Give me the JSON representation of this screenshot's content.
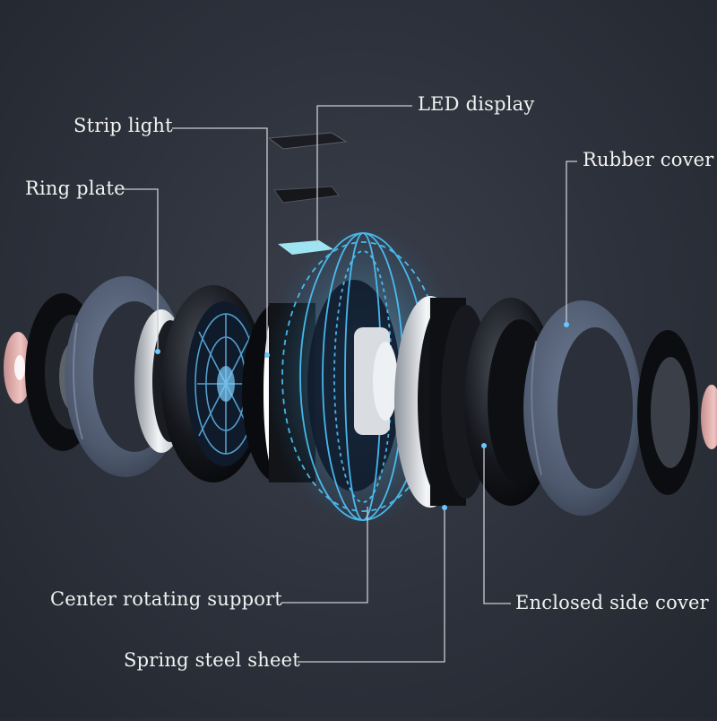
{
  "diagram": {
    "labels": {
      "strip_light": "Strip light",
      "led_display": "LED display",
      "rubber_cover": "Rubber cover",
      "ring_plate": "Ring plate",
      "center_rotating_support": "Center rotating support",
      "enclosed_side_cover": "Enclosed side cover",
      "spring_steel_sheet": "Spring steel sheet"
    },
    "colors": {
      "background": "#2c313b",
      "leader_line": "#c9ccd2",
      "glow": "#49c4ff",
      "rubber": "#56627a",
      "pink_cap": "#e8b8b6"
    }
  }
}
